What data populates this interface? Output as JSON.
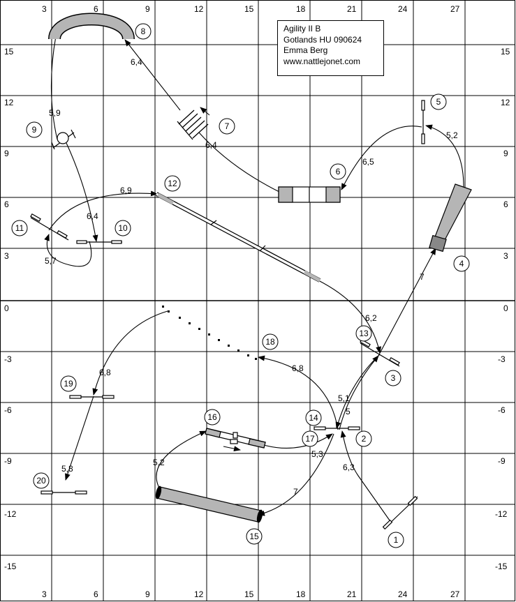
{
  "info": {
    "title": "Agility II B",
    "event": "Gotlands HU 090624",
    "judge": "Emma Berg",
    "website": "www.nattlejonet.com"
  },
  "axis": {
    "top": [
      "3",
      "6",
      "9",
      "12",
      "15",
      "18",
      "21",
      "24",
      "27"
    ],
    "bottom": [
      "3",
      "6",
      "9",
      "12",
      "15",
      "18",
      "21",
      "24",
      "27"
    ],
    "left": [
      "15",
      "12",
      "9",
      "6",
      "3",
      "0",
      "-3",
      "-6",
      "-9",
      "-12",
      "-15"
    ],
    "right": [
      "15",
      "12",
      "9",
      "6",
      "3",
      "0",
      "-3",
      "-6",
      "-9",
      "-12",
      "-15"
    ]
  },
  "obstacles": {
    "n1": "1",
    "n2": "2",
    "n3": "3",
    "n4": "4",
    "n5": "5",
    "n6": "6",
    "n7": "7",
    "n8": "8",
    "n9": "9",
    "n10": "10",
    "n11": "11",
    "n12": "12",
    "n13": "13",
    "n14": "14",
    "n15": "15",
    "n16": "16",
    "n17": "17",
    "n18": "18",
    "n19": "19",
    "n20": "20"
  },
  "distances": {
    "d1": "6,3",
    "d2": "5",
    "d3": "7",
    "d4": "5,2",
    "d5": "6,5",
    "d6": "6,4",
    "d7": "6,4",
    "d8": "5,9",
    "d9": "6,4",
    "d10": "5,7",
    "d11": "6,9",
    "d12": "6,2",
    "d13": "5,1",
    "d14": "5,3",
    "d15": "7",
    "d16": "5,2",
    "d17": "6,8",
    "d18": "6,8",
    "d19": "5,8"
  }
}
